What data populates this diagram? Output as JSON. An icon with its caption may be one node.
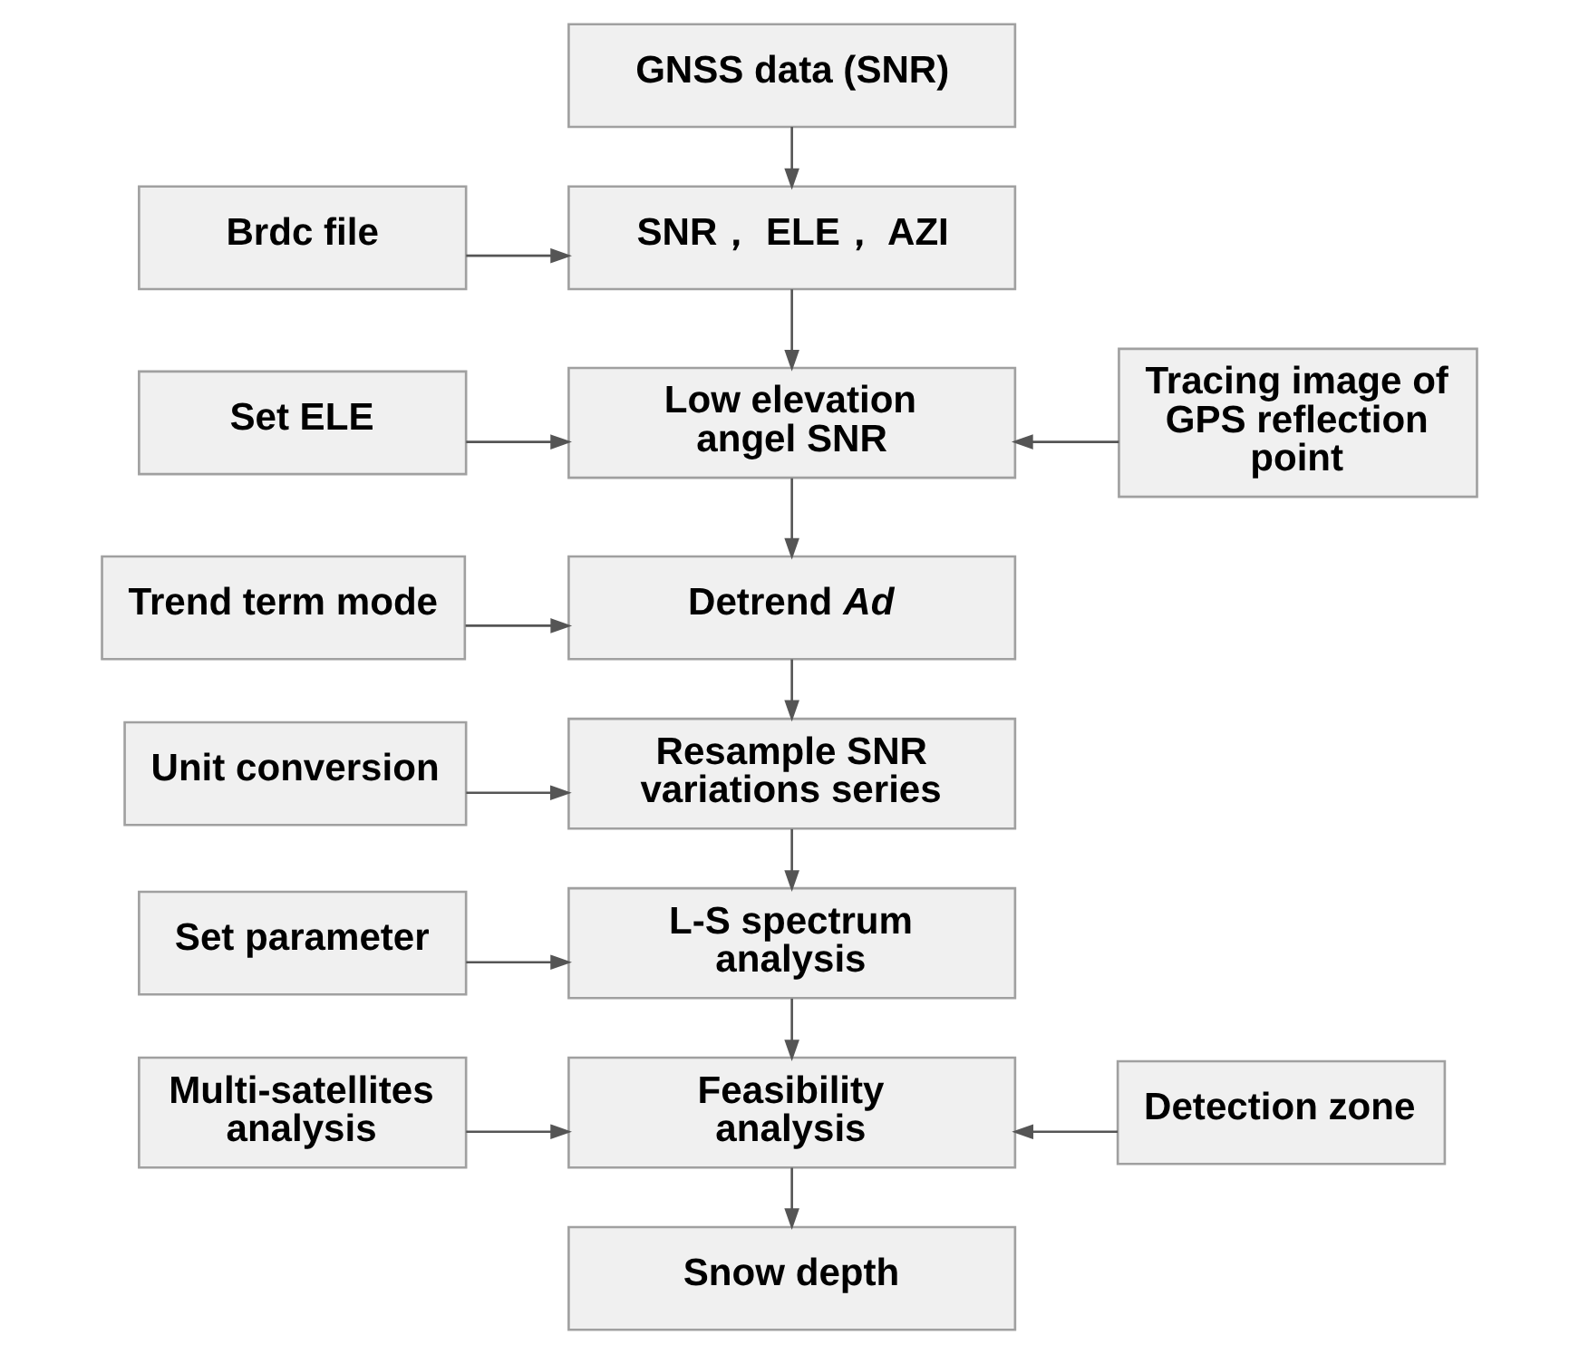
{
  "diagram": {
    "nodes": [
      {
        "text": [
          "GNSS data (SNR)"
        ]
      },
      {
        "text": [
          "Brdc file"
        ]
      },
      {
        "text": [
          "SNR， ELE， AZI"
        ]
      },
      {
        "text": [
          "Set ELE"
        ]
      },
      {
        "text": [
          "Low elevation angel SNR"
        ]
      },
      {
        "text": [
          "Tracing image of GPS reflection point"
        ]
      },
      {
        "text": [
          "Trend term mode"
        ]
      },
      {
        "text": [
          "Detrend *Ad*"
        ]
      },
      {
        "text": [
          "Unit conversion"
        ]
      },
      {
        "text": [
          "Resample SNR variations series"
        ]
      },
      {
        "text": [
          "Set parameter"
        ]
      },
      {
        "text": [
          "L-S spectrum analysis"
        ]
      },
      {
        "text": [
          "Multi-satellites analysis"
        ]
      },
      {
        "text": [
          "Feasibility analysis"
        ]
      },
      {
        "text": [
          "Detection zone"
        ]
      },
      {
        "text": [
          "Snow depth"
        ]
      }
    ],
    "edges": [
      {
        "from": 0,
        "to": 2,
        "arrow": "to"
      },
      {
        "from": 1,
        "to": 2,
        "arrow": "to"
      },
      {
        "from": 2,
        "to": 4,
        "arrow": "to"
      },
      {
        "from": 3,
        "to": 4,
        "arrow": "to"
      },
      {
        "from": 5,
        "to": 4,
        "arrow": "to"
      },
      {
        "from": 4,
        "to": 7,
        "arrow": "to"
      },
      {
        "from": 6,
        "to": 7,
        "arrow": "to"
      },
      {
        "from": 7,
        "to": 9,
        "arrow": "to"
      },
      {
        "from": 8,
        "to": 9,
        "arrow": "to"
      },
      {
        "from": 9,
        "to": 11,
        "arrow": "to"
      },
      {
        "from": 10,
        "to": 11,
        "arrow": "to"
      },
      {
        "from": 11,
        "to": 13,
        "arrow": "to"
      },
      {
        "from": 12,
        "to": 13,
        "arrow": "to"
      },
      {
        "from": 14,
        "to": 13,
        "arrow": "to"
      },
      {
        "from": 13,
        "to": 15,
        "arrow": "to"
      }
    ]
  }
}
